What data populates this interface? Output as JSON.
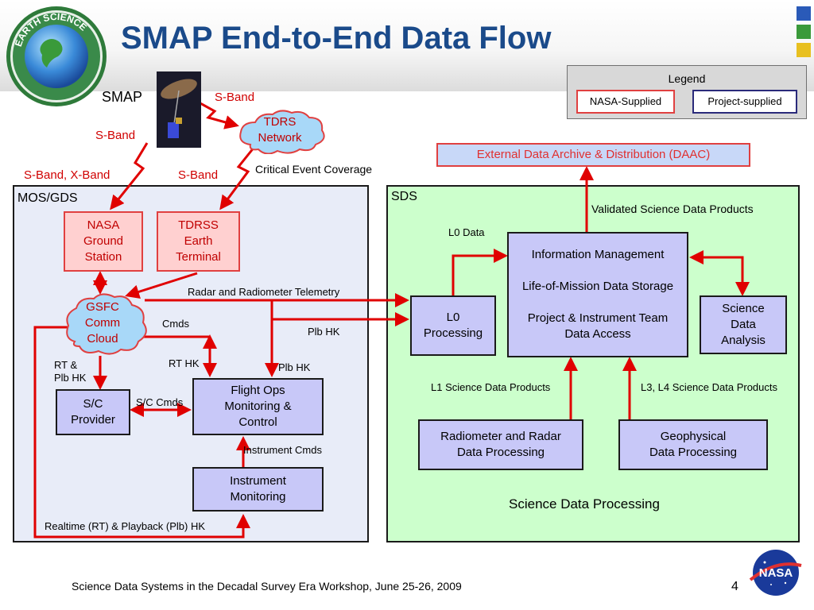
{
  "slide": {
    "title": "SMAP End-to-End Data Flow",
    "logo_text": "EARTH SCIENCE",
    "footer": "Science Data Systems in the Decadal Survey Era Workshop, June 25-26, 2009",
    "page_number": "4"
  },
  "legend": {
    "title": "Legend",
    "nasa_supplied": "NASA-Supplied",
    "project_supplied": "Project-supplied"
  },
  "spacecraft": {
    "label": "SMAP"
  },
  "links": {
    "sband_top": "S-Band",
    "sband_left": "S-Band",
    "sband_xband": "S-Band, X-Band",
    "sband_tdrs": "S-Band",
    "critical_event": "Critical Event Coverage"
  },
  "nodes": {
    "tdrs_network": "TDRS\nNetwork",
    "daac": "External Data Archive & Distribution (DAAC)",
    "nasa_ground": "NASA\nGround\nStation",
    "tdrss_terminal": "TDRSS\nEarth\nTerminal",
    "gsfc_cloud": "GSFC\nComm\nCloud",
    "sc_provider": "S/C\nProvider",
    "flight_ops": "Flight Ops\nMonitoring &\nControl",
    "instrument_monitoring": "Instrument\nMonitoring",
    "l0_processing": "L0\nProcessing",
    "info_mgmt": "Information Management\n\nLife-of-Mission Data Storage\n\nProject & Instrument Team\nData Access",
    "science_analysis": "Science\nData\nAnalysis",
    "radiometer_radar": "Radiometer and Radar\nData Processing",
    "geophysical": "Geophysical\nData Processing"
  },
  "panels": {
    "mos_gds": "MOS/GDS",
    "sds": "SDS",
    "science_data_processing": "Science Data Processing"
  },
  "flow_labels": {
    "radar_radiometer_telemetry": "Radar and Radiometer Telemetry",
    "cmds": "Cmds",
    "plb_hk_1": "Plb HK",
    "plb_hk_2": "Plb HK",
    "rt_plb_hk": "RT &\nPlb HK",
    "rt_hk": "RT HK",
    "sc_cmds": "S/C Cmds",
    "instrument_cmds": "Instrument Cmds",
    "realtime_playback": "Realtime (RT) & Playback (Plb) HK",
    "l0_data": "L0 Data",
    "validated_products": "Validated Science Data Products",
    "l1_products": "L1 Science Data Products",
    "l3_l4_products": "L3, L4 Science Data Products"
  },
  "colors": {
    "title_blue": "#1a4a8a",
    "arrow_red": "#e00000",
    "nasa_supplied_fill": "#ffd0d0",
    "project_supplied_fill": "#c8c8f8",
    "mos_panel": "#e8ecf8",
    "sds_panel": "#ccffcc",
    "cloud_blue": "#a8d8f8"
  },
  "icons": [
    "earth-science-logo",
    "smap-satellite",
    "nasa-meatball-logo",
    "cloud-shape",
    "lightning-bolt"
  ]
}
